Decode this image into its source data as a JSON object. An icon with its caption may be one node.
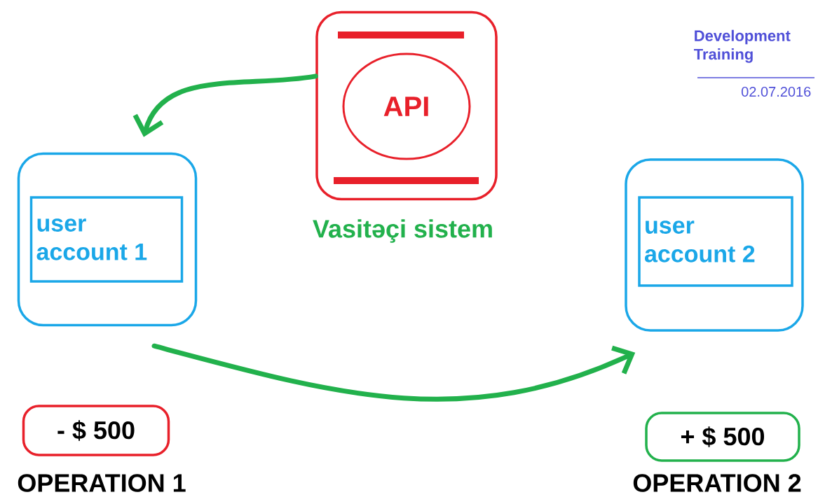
{
  "diagram": {
    "nodes": [
      {
        "text": [
          "Vasitəçi sistem"
        ]
      },
      {
        "text": [
          "API"
        ],
        "in": 0
      },
      {
        "text": [],
        "shape": "box"
      },
      {
        "text": [
          "user account 1"
        ],
        "in": 2
      },
      {
        "text": [],
        "shape": "box"
      },
      {
        "text": [
          "user account 2"
        ],
        "in": 4
      },
      {
        "text": [
          "- $ 500",
          "OPERATION 1"
        ]
      },
      {
        "text": [
          "+ $ 500",
          "OPERATION 2"
        ]
      }
    ],
    "edges": [
      {
        "from": 0,
        "to": 2,
        "arrow": "to"
      },
      {
        "from": 2,
        "to": 4,
        "arrow": "to"
      }
    ],
    "labels": [
      "Development Training",
      "02.07.2016"
    ]
  }
}
